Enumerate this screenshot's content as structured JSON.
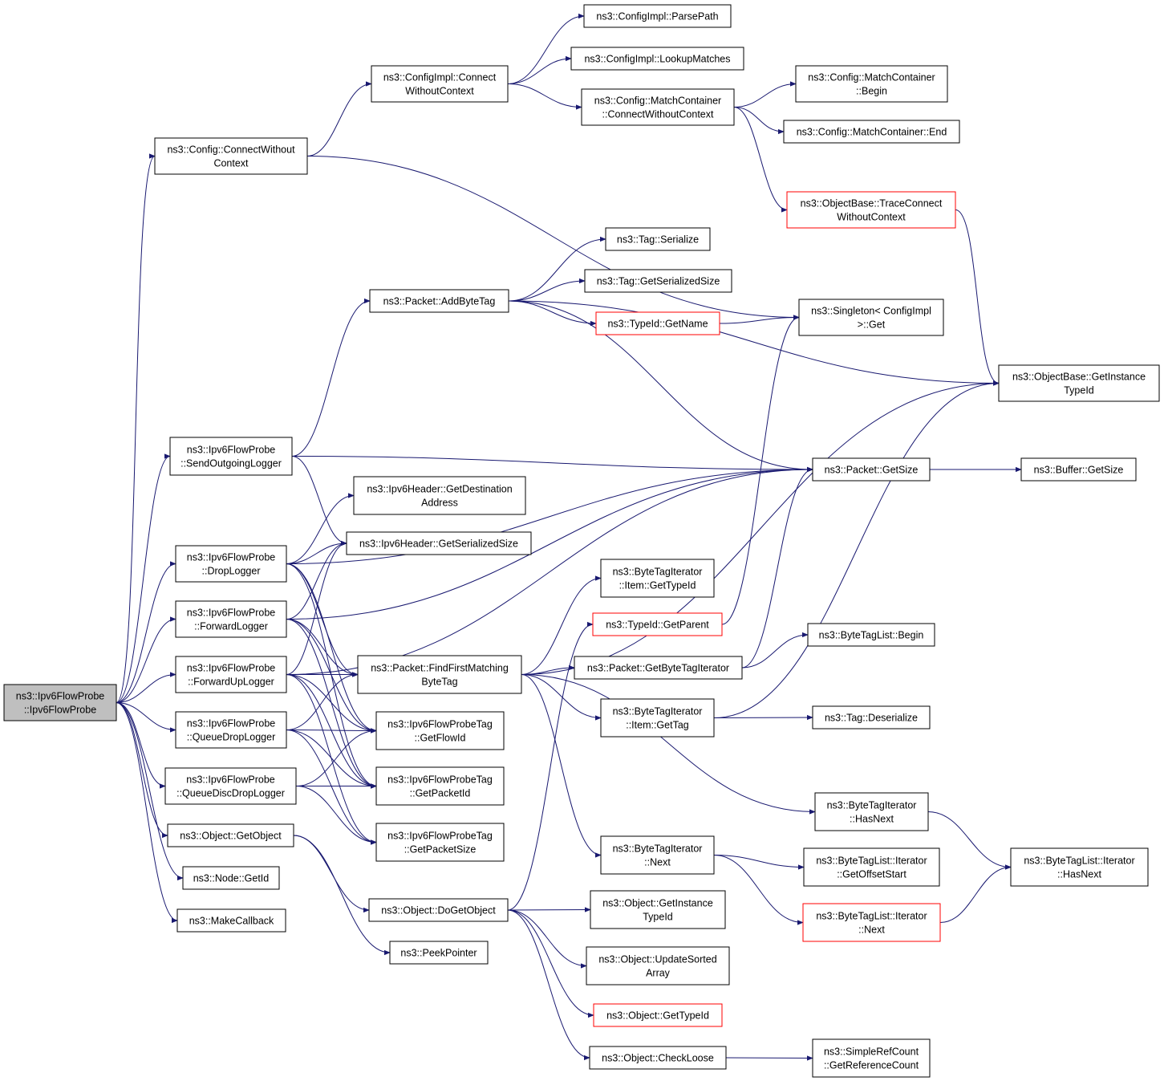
{
  "colors": {
    "edge": "#191970",
    "node_border": "#000000",
    "node_border_truncated": "#ff0000",
    "root_fill": "#bfbfbf",
    "background": "#ffffff"
  },
  "nodes": [
    {
      "id": "root",
      "lines": [
        "ns3::Ipv6FlowProbe",
        "::Ipv6FlowProbe"
      ],
      "style": "root"
    },
    {
      "id": "cfg_cwc",
      "lines": [
        "ns3::Config::ConnectWithout",
        "Context"
      ],
      "style": "normal"
    },
    {
      "id": "ci_cwc",
      "lines": [
        "ns3::ConfigImpl::Connect",
        "WithoutContext"
      ],
      "style": "normal"
    },
    {
      "id": "ci_pp",
      "lines": [
        "ns3::ConfigImpl::ParsePath"
      ],
      "style": "normal"
    },
    {
      "id": "ci_lm",
      "lines": [
        "ns3::ConfigImpl::LookupMatches"
      ],
      "style": "normal"
    },
    {
      "id": "mc_cwc",
      "lines": [
        "ns3::Config::MatchContainer",
        "::ConnectWithoutContext"
      ],
      "style": "normal"
    },
    {
      "id": "mc_begin",
      "lines": [
        "ns3::Config::MatchContainer",
        "::Begin"
      ],
      "style": "normal"
    },
    {
      "id": "mc_end",
      "lines": [
        "ns3::Config::MatchContainer::End"
      ],
      "style": "normal"
    },
    {
      "id": "ob_tcwc",
      "lines": [
        "ns3::ObjectBase::TraceConnect",
        "WithoutContext"
      ],
      "style": "red"
    },
    {
      "id": "tag_ser",
      "lines": [
        "ns3::Tag::Serialize"
      ],
      "style": "normal"
    },
    {
      "id": "tag_gss",
      "lines": [
        "ns3::Tag::GetSerializedSize"
      ],
      "style": "normal"
    },
    {
      "id": "pkt_abt",
      "lines": [
        "ns3::Packet::AddByteTag"
      ],
      "style": "normal"
    },
    {
      "id": "tid_gn",
      "lines": [
        "ns3::TypeId::GetName"
      ],
      "style": "red"
    },
    {
      "id": "singleton",
      "lines": [
        "ns3::Singleton< ConfigImpl",
        ">::Get"
      ],
      "style": "normal"
    },
    {
      "id": "ob_gitid",
      "lines": [
        "ns3::ObjectBase::GetInstance",
        "TypeId"
      ],
      "style": "normal"
    },
    {
      "id": "sol",
      "lines": [
        "ns3::Ipv6FlowProbe",
        "::SendOutgoingLogger"
      ],
      "style": "normal"
    },
    {
      "id": "pkt_gs",
      "lines": [
        "ns3::Packet::GetSize"
      ],
      "style": "normal"
    },
    {
      "id": "buf_gs",
      "lines": [
        "ns3::Buffer::GetSize"
      ],
      "style": "normal"
    },
    {
      "id": "ih_gda",
      "lines": [
        "ns3::Ipv6Header::GetDestination",
        "Address"
      ],
      "style": "normal"
    },
    {
      "id": "ih_gss",
      "lines": [
        "ns3::Ipv6Header::GetSerializedSize"
      ],
      "style": "normal"
    },
    {
      "id": "dl",
      "lines": [
        "ns3::Ipv6FlowProbe",
        "::DropLogger"
      ],
      "style": "normal"
    },
    {
      "id": "fl",
      "lines": [
        "ns3::Ipv6FlowProbe",
        "::ForwardLogger"
      ],
      "style": "normal"
    },
    {
      "id": "ful",
      "lines": [
        "ns3::Ipv6FlowProbe",
        "::ForwardUpLogger"
      ],
      "style": "normal"
    },
    {
      "id": "qdl",
      "lines": [
        "ns3::Ipv6FlowProbe",
        "::QueueDropLogger"
      ],
      "style": "normal"
    },
    {
      "id": "qddl",
      "lines": [
        "ns3::Ipv6FlowProbe",
        "::QueueDiscDropLogger"
      ],
      "style": "normal"
    },
    {
      "id": "obj_go",
      "lines": [
        "ns3::Object::GetObject"
      ],
      "style": "normal"
    },
    {
      "id": "node_gid",
      "lines": [
        "ns3::Node::GetId"
      ],
      "style": "normal"
    },
    {
      "id": "mkcb",
      "lines": [
        "ns3::MakeCallback"
      ],
      "style": "normal"
    },
    {
      "id": "bti_gtid",
      "lines": [
        "ns3::ByteTagIterator",
        "::Item::GetTypeId"
      ],
      "style": "normal"
    },
    {
      "id": "tid_gp",
      "lines": [
        "ns3::TypeId::GetParent"
      ],
      "style": "red"
    },
    {
      "id": "pkt_ffmbt",
      "lines": [
        "ns3::Packet::FindFirstMatching",
        "ByteTag"
      ],
      "style": "normal"
    },
    {
      "id": "pkt_gbti",
      "lines": [
        "ns3::Packet::GetByteTagIterator"
      ],
      "style": "normal"
    },
    {
      "id": "btl_begin",
      "lines": [
        "ns3::ByteTagList::Begin"
      ],
      "style": "normal"
    },
    {
      "id": "bti_gtag",
      "lines": [
        "ns3::ByteTagIterator",
        "::Item::GetTag"
      ],
      "style": "normal"
    },
    {
      "id": "tag_deser",
      "lines": [
        "ns3::Tag::Deserialize"
      ],
      "style": "normal"
    },
    {
      "id": "fpt_gfid",
      "lines": [
        "ns3::Ipv6FlowProbeTag",
        "::GetFlowId"
      ],
      "style": "normal"
    },
    {
      "id": "fpt_gpid",
      "lines": [
        "ns3::Ipv6FlowProbeTag",
        "::GetPacketId"
      ],
      "style": "normal"
    },
    {
      "id": "fpt_gps",
      "lines": [
        "ns3::Ipv6FlowProbeTag",
        "::GetPacketSize"
      ],
      "style": "normal"
    },
    {
      "id": "bti_hn",
      "lines": [
        "ns3::ByteTagIterator",
        "::HasNext"
      ],
      "style": "normal"
    },
    {
      "id": "btli_hn",
      "lines": [
        "ns3::ByteTagList::Iterator",
        "::HasNext"
      ],
      "style": "normal"
    },
    {
      "id": "bti_next",
      "lines": [
        "ns3::ByteTagIterator",
        "::Next"
      ],
      "style": "normal"
    },
    {
      "id": "btli_gos",
      "lines": [
        "ns3::ByteTagList::Iterator",
        "::GetOffsetStart"
      ],
      "style": "normal"
    },
    {
      "id": "btli_next",
      "lines": [
        "ns3::ByteTagList::Iterator",
        "::Next"
      ],
      "style": "red"
    },
    {
      "id": "obj_dgo",
      "lines": [
        "ns3::Object::DoGetObject"
      ],
      "style": "normal"
    },
    {
      "id": "peek",
      "lines": [
        "ns3::PeekPointer"
      ],
      "style": "normal"
    },
    {
      "id": "obj_gitid",
      "lines": [
        "ns3::Object::GetInstance",
        "TypeId"
      ],
      "style": "normal"
    },
    {
      "id": "obj_usa",
      "lines": [
        "ns3::Object::UpdateSorted",
        "Array"
      ],
      "style": "normal"
    },
    {
      "id": "obj_gtid",
      "lines": [
        "ns3::Object::GetTypeId"
      ],
      "style": "red"
    },
    {
      "id": "obj_cl",
      "lines": [
        "ns3::Object::CheckLoose"
      ],
      "style": "normal"
    },
    {
      "id": "src_grc",
      "lines": [
        "ns3::SimpleRefCount",
        "::GetReferenceCount"
      ],
      "style": "normal"
    }
  ],
  "edges": [
    [
      "root",
      "cfg_cwc"
    ],
    [
      "root",
      "sol"
    ],
    [
      "root",
      "dl"
    ],
    [
      "root",
      "fl"
    ],
    [
      "root",
      "ful"
    ],
    [
      "root",
      "qdl"
    ],
    [
      "root",
      "qddl"
    ],
    [
      "root",
      "obj_go"
    ],
    [
      "root",
      "node_gid"
    ],
    [
      "root",
      "mkcb"
    ],
    [
      "cfg_cwc",
      "ci_cwc"
    ],
    [
      "cfg_cwc",
      "singleton"
    ],
    [
      "ci_cwc",
      "ci_pp"
    ],
    [
      "ci_cwc",
      "ci_lm"
    ],
    [
      "ci_cwc",
      "mc_cwc"
    ],
    [
      "mc_cwc",
      "mc_begin"
    ],
    [
      "mc_cwc",
      "mc_end"
    ],
    [
      "mc_cwc",
      "ob_tcwc"
    ],
    [
      "ob_tcwc",
      "ob_gitid"
    ],
    [
      "pkt_abt",
      "tag_ser"
    ],
    [
      "pkt_abt",
      "tag_gss"
    ],
    [
      "pkt_abt",
      "tid_gn"
    ],
    [
      "pkt_abt",
      "ob_gitid"
    ],
    [
      "pkt_abt",
      "pkt_gs"
    ],
    [
      "tid_gn",
      "singleton"
    ],
    [
      "sol",
      "pkt_abt"
    ],
    [
      "sol",
      "pkt_gs"
    ],
    [
      "sol",
      "ih_gss"
    ],
    [
      "pkt_gs",
      "buf_gs"
    ],
    [
      "dl",
      "ih_gda"
    ],
    [
      "dl",
      "ih_gss"
    ],
    [
      "dl",
      "pkt_gs"
    ],
    [
      "dl",
      "pkt_ffmbt"
    ],
    [
      "dl",
      "fpt_gfid"
    ],
    [
      "dl",
      "fpt_gpid"
    ],
    [
      "fl",
      "ih_gss"
    ],
    [
      "fl",
      "pkt_gs"
    ],
    [
      "fl",
      "pkt_ffmbt"
    ],
    [
      "fl",
      "fpt_gfid"
    ],
    [
      "fl",
      "fpt_gpid"
    ],
    [
      "ful",
      "ih_gss"
    ],
    [
      "ful",
      "pkt_gs"
    ],
    [
      "ful",
      "pkt_ffmbt"
    ],
    [
      "ful",
      "fpt_gfid"
    ],
    [
      "ful",
      "fpt_gpid"
    ],
    [
      "ful",
      "fpt_gps"
    ],
    [
      "qdl",
      "pkt_ffmbt"
    ],
    [
      "qdl",
      "fpt_gfid"
    ],
    [
      "qdl",
      "fpt_gpid"
    ],
    [
      "qdl",
      "fpt_gps"
    ],
    [
      "qddl",
      "fpt_gfid"
    ],
    [
      "qddl",
      "fpt_gpid"
    ],
    [
      "qddl",
      "fpt_gps"
    ],
    [
      "obj_go",
      "obj_dgo"
    ],
    [
      "obj_go",
      "peek"
    ],
    [
      "pkt_ffmbt",
      "bti_gtid"
    ],
    [
      "pkt_ffmbt",
      "pkt_gbti"
    ],
    [
      "pkt_ffmbt",
      "bti_gtag"
    ],
    [
      "pkt_ffmbt",
      "bti_hn"
    ],
    [
      "pkt_ffmbt",
      "bti_next"
    ],
    [
      "pkt_ffmbt",
      "ob_gitid"
    ],
    [
      "pkt_gbti",
      "btl_begin"
    ],
    [
      "pkt_gbti",
      "pkt_gs"
    ],
    [
      "bti_gtag",
      "tag_deser"
    ],
    [
      "bti_gtag",
      "ob_gitid"
    ],
    [
      "tid_gp",
      "singleton"
    ],
    [
      "bti_hn",
      "btli_hn"
    ],
    [
      "bti_next",
      "btli_gos"
    ],
    [
      "bti_next",
      "btli_next"
    ],
    [
      "btli_next",
      "btli_hn"
    ],
    [
      "obj_dgo",
      "obj_gitid"
    ],
    [
      "obj_dgo",
      "obj_usa"
    ],
    [
      "obj_dgo",
      "obj_gtid"
    ],
    [
      "obj_dgo",
      "obj_cl"
    ],
    [
      "obj_dgo",
      "tid_gp"
    ],
    [
      "obj_cl",
      "src_grc"
    ]
  ]
}
